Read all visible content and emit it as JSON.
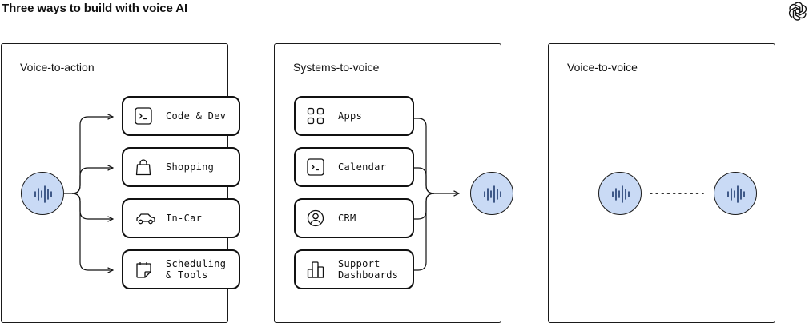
{
  "header": {
    "title": "Three ways to build with voice AI",
    "logo_icon": "openai-knot-icon"
  },
  "colors": {
    "voice_node_fill": "#c9daf5",
    "stroke": "#111111"
  },
  "panels": [
    {
      "title": "Voice-to-action",
      "items": [
        {
          "label": "Code & Dev",
          "icon": "terminal-icon"
        },
        {
          "label": "Shopping",
          "icon": "shopping-bag-icon"
        },
        {
          "label": "In-Car",
          "icon": "car-icon"
        },
        {
          "label": "Scheduling\n& Tools",
          "icon": "calendar-icon"
        }
      ]
    },
    {
      "title": "Systems-to-voice",
      "items": [
        {
          "label": "Apps",
          "icon": "apps-grid-icon"
        },
        {
          "label": "Calendar",
          "icon": "terminal-icon"
        },
        {
          "label": "CRM",
          "icon": "user-circle-icon"
        },
        {
          "label": "Support\nDashboards",
          "icon": "bar-chart-icon"
        }
      ]
    },
    {
      "title": "Voice-to-voice",
      "items": []
    }
  ]
}
